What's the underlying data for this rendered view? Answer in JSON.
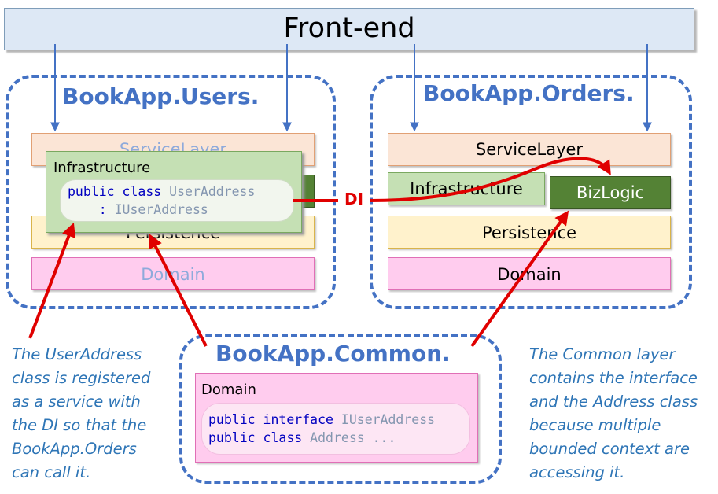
{
  "frontend": {
    "title": "Front-end"
  },
  "users": {
    "title": "BookApp.Users.",
    "service_layer": "ServiceLayer",
    "persistence": "Persistence",
    "domain": "Domain",
    "infrastructure": {
      "title": "Infrastructure",
      "code_line1_kw": "public class",
      "code_line1_id": "UserAddress",
      "code_line2_punct": ":",
      "code_line2_id": "IUserAddress"
    }
  },
  "orders": {
    "title": "BookApp.Orders.",
    "service_layer": "ServiceLayer",
    "infrastructure": "Infrastructure",
    "bizlogic": "BizLogic",
    "persistence": "Persistence",
    "domain": "Domain"
  },
  "common": {
    "title": "BookApp.Common.",
    "domain": {
      "title": "Domain",
      "code_line1_kw": "public interface",
      "code_line1_id": "IUserAddress",
      "code_line2_kw": "public class",
      "code_line2_id": "Address ..."
    }
  },
  "di_label": "DI",
  "notes": {
    "left": [
      "The UserAddress",
      "class is registered",
      "as a service with",
      "the DI so that the",
      "BookApp.Orders",
      "can call it."
    ],
    "right": [
      "The Common layer",
      "contains the interface",
      "and the Address class",
      "because multiple",
      "bounded context are",
      "accessing it."
    ]
  },
  "colors": {
    "boundary": "#4472c4",
    "arrow_red": "#e00000",
    "front_arrow": "#4472c4",
    "service_layer": "#fbe5d6",
    "persistence": "#fff2cc",
    "domain": "#ffccee",
    "infrastructure": "#c5e0b4",
    "bizlogic": "#548235"
  }
}
